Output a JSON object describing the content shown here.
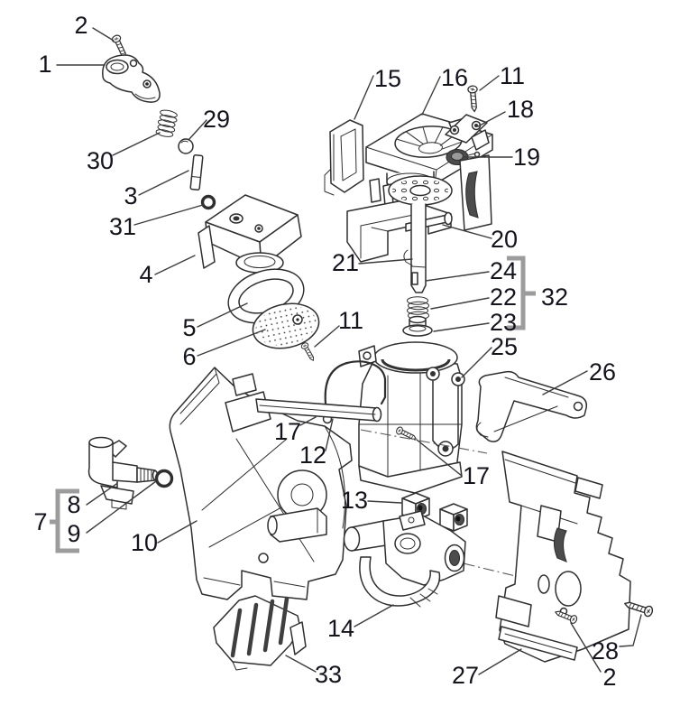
{
  "diagram": {
    "type": "exploded-parts-diagram"
  },
  "colors": {
    "background": "#ffffff",
    "line": "#2f2f2f",
    "label": "#14141e",
    "leader": "#3c3c3c",
    "bracket": "#9c9c9c",
    "dark_fill": "#4c4c4c"
  },
  "groups": [
    {
      "label": "7",
      "members": [
        "8",
        "9"
      ]
    },
    {
      "label": "32",
      "members": [
        "24",
        "22",
        "23"
      ]
    }
  ],
  "callouts": [
    {
      "label": "2",
      "part": "screw"
    },
    {
      "label": "1",
      "part": "valve-cam"
    },
    {
      "label": "29",
      "part": "ball"
    },
    {
      "label": "30",
      "part": "spring"
    },
    {
      "label": "3",
      "part": "pin"
    },
    {
      "label": "31",
      "part": "o-ring"
    },
    {
      "label": "4",
      "part": "valve-housing"
    },
    {
      "label": "5",
      "part": "gasket-ring"
    },
    {
      "label": "6",
      "part": "shower-disc"
    },
    {
      "label": "11",
      "part": "screw"
    },
    {
      "label": "15",
      "part": "retainer-plate"
    },
    {
      "label": "16",
      "part": "funnel-housing"
    },
    {
      "label": "11",
      "part": "screw"
    },
    {
      "label": "18",
      "part": "latch-bar"
    },
    {
      "label": "19",
      "part": "bushing"
    },
    {
      "label": "20",
      "part": "support-bracket"
    },
    {
      "label": "21",
      "part": "piston-rod"
    },
    {
      "label": "24",
      "part": "piston-sleeve"
    },
    {
      "label": "22",
      "part": "spring"
    },
    {
      "label": "23",
      "part": "seal-cup"
    },
    {
      "label": "32",
      "part": "piston-assembly"
    },
    {
      "label": "25",
      "part": "brew-cylinder"
    },
    {
      "label": "26",
      "part": "release-lever"
    },
    {
      "label": "17",
      "part": "screw"
    },
    {
      "label": "12",
      "part": "wire-spring"
    },
    {
      "label": "17",
      "part": "screw"
    },
    {
      "label": "13",
      "part": "square-nut"
    },
    {
      "label": "8",
      "part": "elbow-fitting"
    },
    {
      "label": "7",
      "part": "fitting-assembly"
    },
    {
      "label": "9",
      "part": "o-ring"
    },
    {
      "label": "10",
      "part": "front-frame"
    },
    {
      "label": "14",
      "part": "valve-body"
    },
    {
      "label": "33",
      "part": "ribbed-block"
    },
    {
      "label": "27",
      "part": "rear-frame"
    },
    {
      "label": "2",
      "part": "screw"
    },
    {
      "label": "28",
      "part": "screw"
    }
  ]
}
